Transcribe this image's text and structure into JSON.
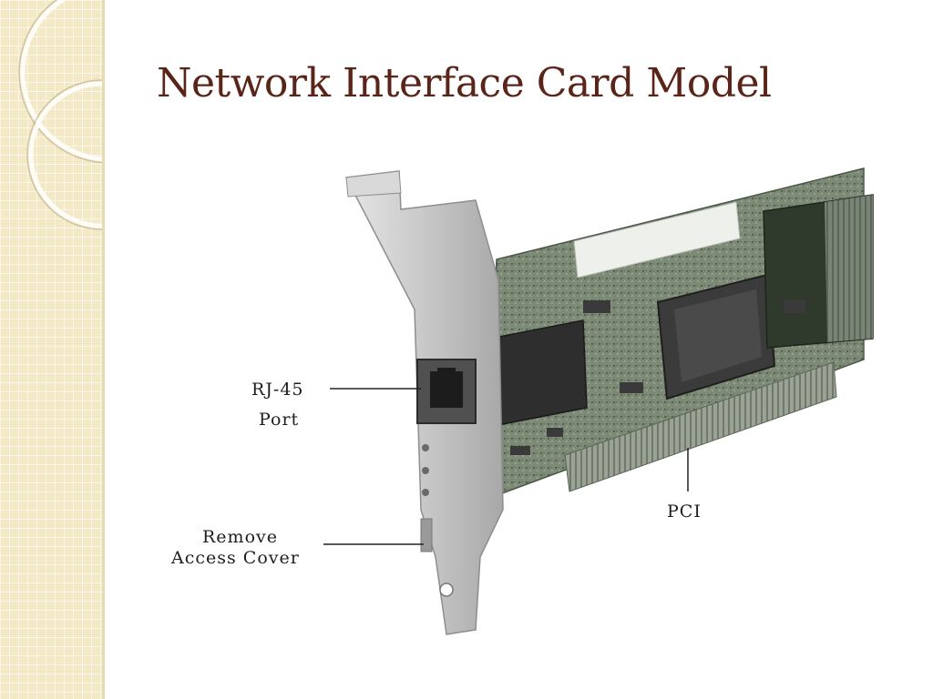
{
  "slide": {
    "title": "Network Interface Card Model"
  },
  "labels": {
    "rj45_line1": "RJ-45",
    "rj45_line2": "Port",
    "remove_line1": "Remove",
    "remove_line2": "Access Cover",
    "pci": "PCI"
  },
  "colors": {
    "title": "#5a2418",
    "panel": "#f3e9c6",
    "bracket": "#c2c2c2",
    "board": "#7f8e78",
    "chip": "#3b3b3b"
  }
}
